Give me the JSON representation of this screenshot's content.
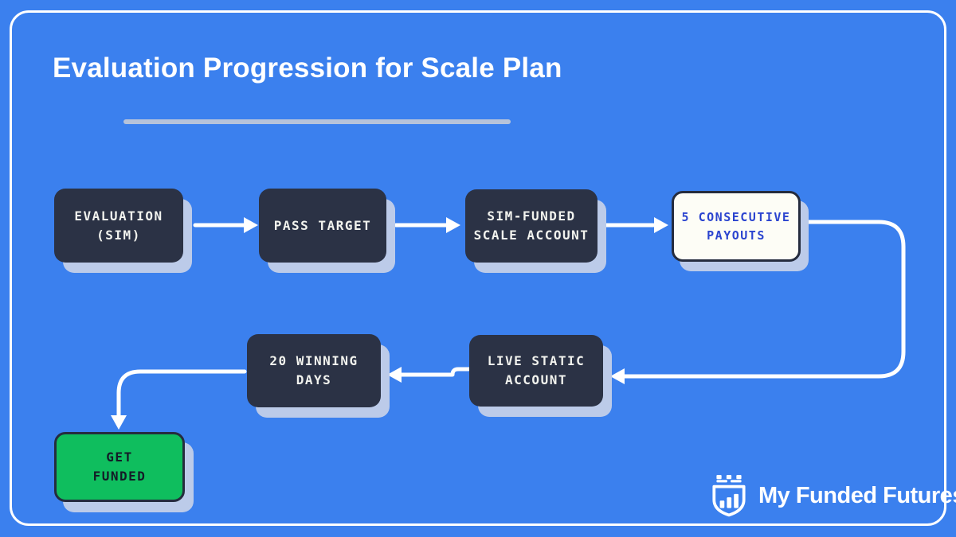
{
  "header": {
    "title": "Evaluation Progression for Scale Plan"
  },
  "flow": {
    "nodes": [
      {
        "id": "evaluation-sim",
        "variant": "dark",
        "lines": [
          "EVALUATION",
          "(SIM)"
        ]
      },
      {
        "id": "pass-target",
        "variant": "dark",
        "lines": [
          "PASS TARGET",
          ""
        ]
      },
      {
        "id": "sim-funded-scale-account",
        "variant": "dark",
        "lines": [
          "SIM-FUNDED",
          "SCALE ACCOUNT"
        ]
      },
      {
        "id": "five-consecutive-payouts",
        "variant": "light",
        "lines": [
          "5 CONSECUTIVE",
          "PAYOUTS"
        ]
      },
      {
        "id": "live-static-account",
        "variant": "dark",
        "lines": [
          "LIVE STATIC",
          "ACCOUNT"
        ]
      },
      {
        "id": "twenty-winning-days",
        "variant": "dark",
        "lines": [
          "20 WINNING",
          "DAYS"
        ]
      },
      {
        "id": "get-funded",
        "variant": "green",
        "lines": [
          "GET",
          "FUNDED"
        ]
      }
    ],
    "sequence": [
      "EVALUATION (SIM)",
      "PASS TARGET",
      "SIM-FUNDED SCALE ACCOUNT",
      "5 CONSECUTIVE PAYOUTS",
      "LIVE STATIC ACCOUNT",
      "20 WINNING DAYS",
      "GET FUNDED"
    ]
  },
  "logo": {
    "text": "My Funded Futures",
    "icon": "shield-bar-chart"
  },
  "colors": {
    "background": "#3b80ee",
    "frame_border": "#ffffff",
    "title_text": "#ffffff",
    "title_underline": "#b6c3da",
    "node_dark_bg": "#2b3245",
    "node_dark_text": "#f2f3ee",
    "node_light_bg": "#fdfdf6",
    "node_light_text": "#2b44cf",
    "node_green_bg": "#0fbe5e",
    "node_green_text": "#141b27",
    "node_shadow": "#bccbe9",
    "connector": "#ffffff"
  }
}
